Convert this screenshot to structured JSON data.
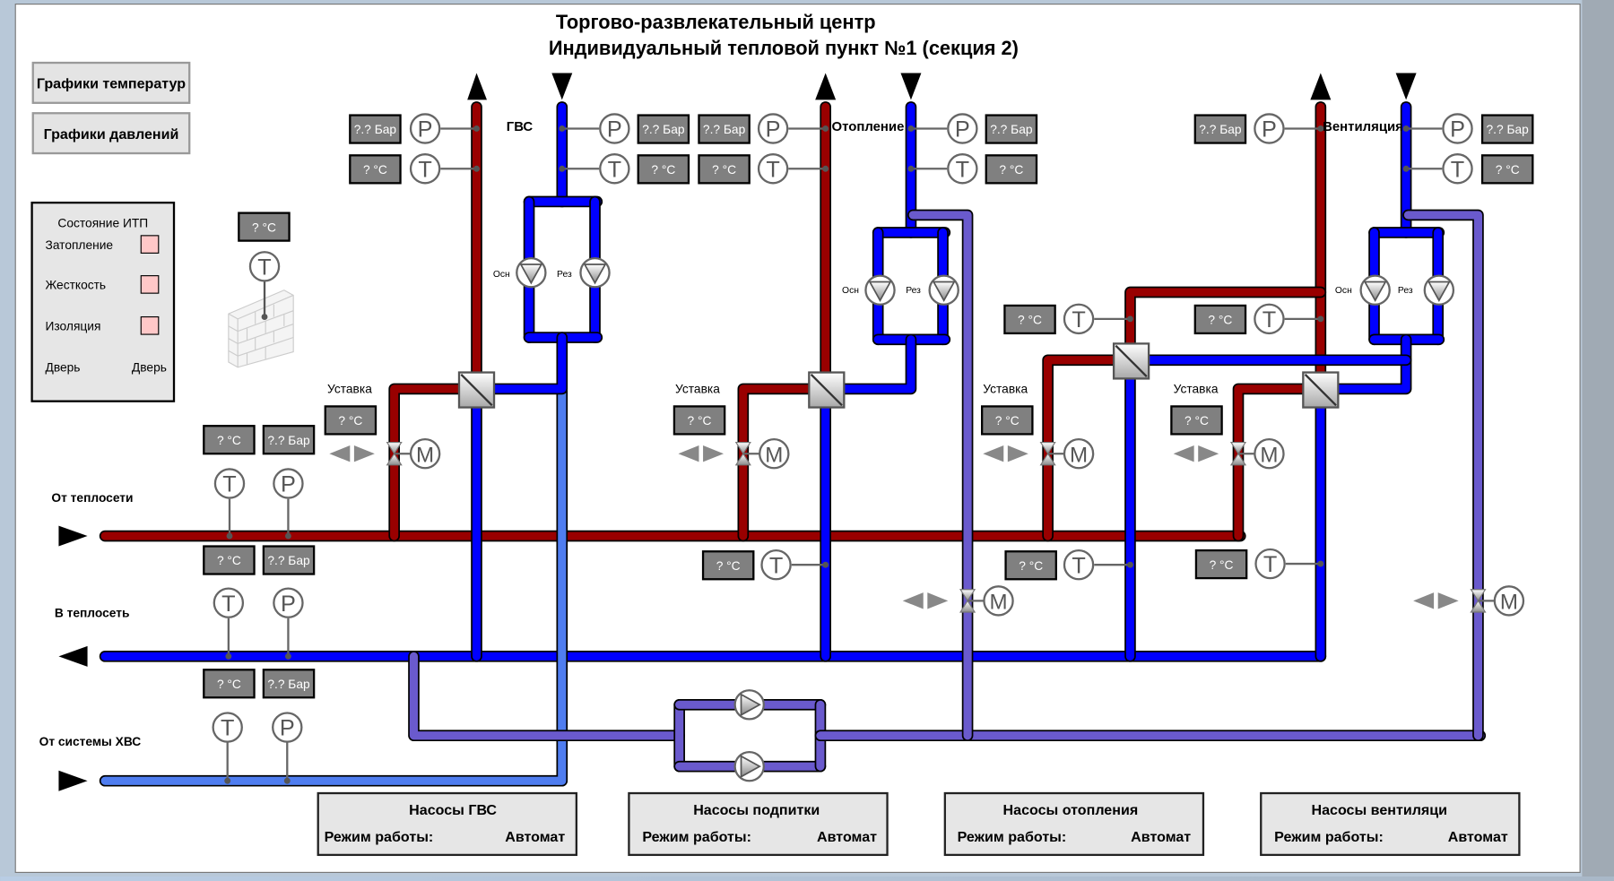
{
  "title": {
    "line1": "Торгово-развлекательный центр",
    "line2": "Индивидуальный тепловой пункт №1 (секция 2)"
  },
  "nav_buttons": [
    {
      "label": "Графики температур"
    },
    {
      "label": "Графики давлений"
    }
  ],
  "status_panel": {
    "title": "Состояние ИТП",
    "items": [
      {
        "label": "Затопление",
        "indicator_color": "#ffc8c8"
      },
      {
        "label": "Жесткость",
        "indicator_color": "#ffc8c8"
      },
      {
        "label": "Изоляция",
        "indicator_color": "#ffc8c8"
      }
    ],
    "door_left": "Дверь",
    "door_right": "Дверь"
  },
  "wall_temp": {
    "value": "? °C",
    "sensor": "T"
  },
  "circuits": {
    "gvs": {
      "label": "ГВС",
      "pump_main": "Осн",
      "pump_reserve": "Рез",
      "setpoint_label": "Уставка",
      "setpoint_value": "? °C"
    },
    "heating": {
      "label": "Отопление",
      "pump_main": "Осн",
      "pump_reserve": "Рез",
      "setpoint_label": "Уставка",
      "setpoint_value": "? °C"
    },
    "vent": {
      "label": "Вентиляция",
      "pump_main": "Осн",
      "pump_reserve": "Рез",
      "setpoint_label": "Уставка",
      "setpoint_value": "? °C"
    },
    "vent2": {
      "setpoint_label": "Уставка",
      "setpoint_value": "? °C"
    }
  },
  "readouts": {
    "pressure": "?.? Бар",
    "temperature": "? °C"
  },
  "sensor_letters": {
    "pressure": "P",
    "temperature": "T",
    "motor": "M"
  },
  "lines": {
    "from_network": "От теплосети",
    "to_network": "В теплосеть",
    "from_cold": "От системы ХВС"
  },
  "pump_groups": [
    {
      "title": "Насосы ГВС",
      "mode_label": "Режим работы:",
      "mode_value": "Автомат"
    },
    {
      "title": "Насосы подпитки",
      "mode_label": "Режим работы:",
      "mode_value": "Автомат"
    },
    {
      "title": "Насосы отопления",
      "mode_label": "Режим работы:",
      "mode_value": "Автомат"
    },
    {
      "title": "Насосы вентиляци",
      "mode_label": "Режим работы:",
      "mode_value": "Автомат"
    }
  ],
  "colors": {
    "supply": "#990000",
    "return": "#0000ff",
    "cold_water": "#4f7df0",
    "makeup": "#6a5acd",
    "readout_bg": "#808080"
  }
}
